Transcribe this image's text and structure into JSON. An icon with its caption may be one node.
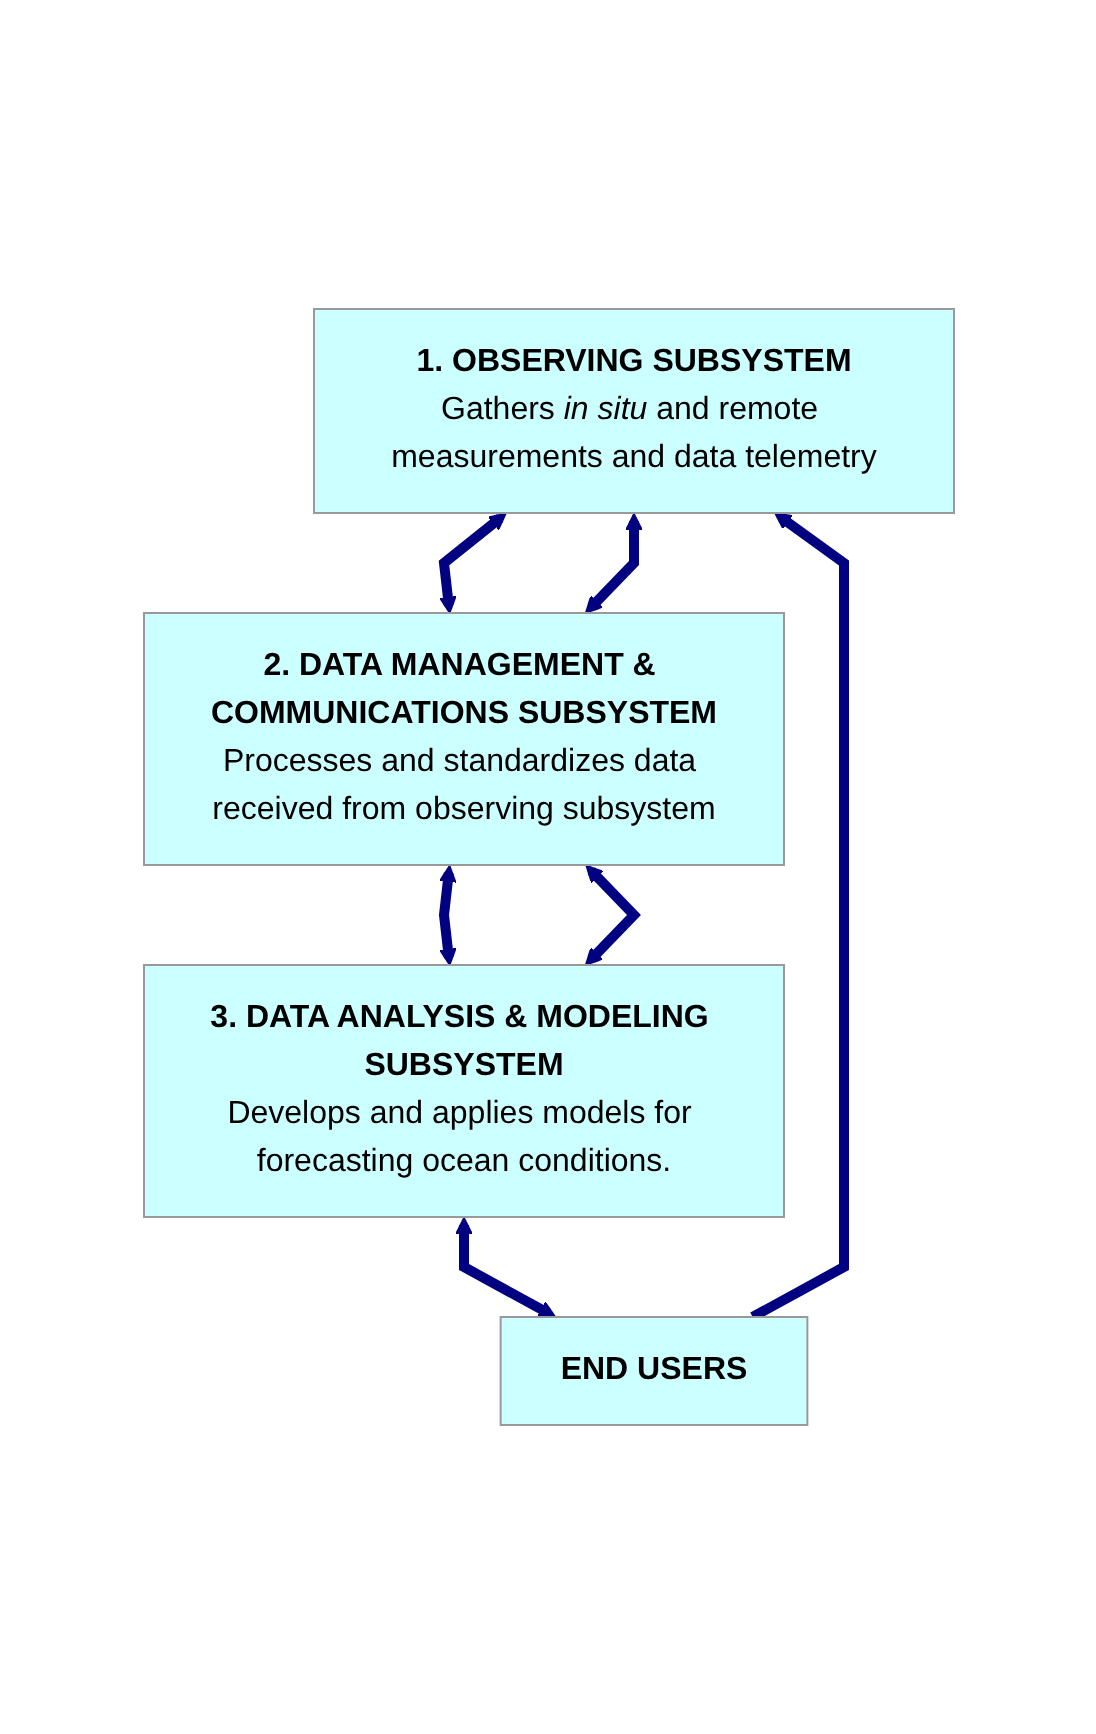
{
  "diagram": {
    "nodes": [
      {
        "text": [
          "1. OBSERVING SUBSYSTEM",
          "Gathers *in situ* and remote measurements and data telemetry"
        ]
      },
      {
        "text": [
          "2. DATA MANAGEMENT & COMMUNICATIONS SUBSYSTEM",
          "Processes and standardizes data received from observing subsystem"
        ]
      },
      {
        "text": [
          "3. DATA ANALYSIS & MODELING SUBSYSTEM",
          "Develops and applies models for forecasting ocean conditions."
        ]
      },
      {
        "text": [
          "END USERS"
        ]
      }
    ],
    "edges": [
      {
        "from": 0,
        "to": 1,
        "arrow": "both"
      },
      {
        "from": 0,
        "to": 1,
        "arrow": "both"
      },
      {
        "from": 1,
        "to": 2,
        "arrow": "both"
      },
      {
        "from": 1,
        "to": 2,
        "arrow": "both"
      },
      {
        "from": 2,
        "to": 3,
        "arrow": "both"
      },
      {
        "from": 3,
        "to": 0,
        "arrow": "to"
      }
    ]
  }
}
